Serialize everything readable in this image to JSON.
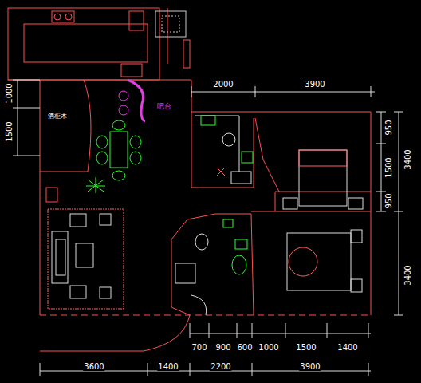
{
  "diagram": {
    "labels": [
      "2000",
      "3900",
      "1000",
      "1500",
      "酒柜木",
      "吧台",
      "950",
      "1500",
      "950",
      "3400",
      "3400",
      "700",
      "900",
      "600",
      "1000",
      "1500",
      "1400",
      "3600",
      "1400",
      "2200",
      "3900"
    ]
  }
}
